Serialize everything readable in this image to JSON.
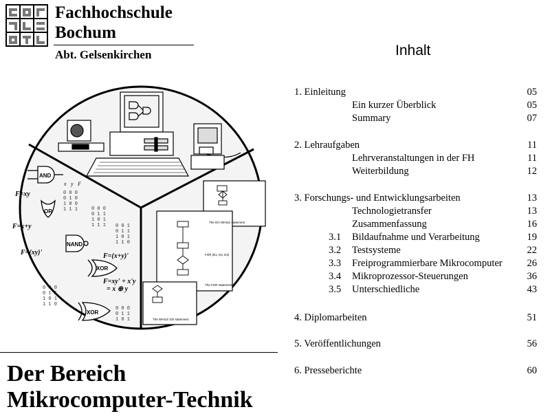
{
  "header": {
    "institution_line1": "Fachhochschule",
    "institution_line2": "Bochum",
    "department": "Abt. Gelsenkirchen"
  },
  "cover": {
    "title_line1": "Der Bereich",
    "title_line2": "Mikrocomputer-Technik",
    "illustration": {
      "gate_labels": [
        "AND",
        "OR",
        "NAND",
        "XOR",
        "XOR"
      ],
      "formulas": [
        "F=xy",
        "F=x+y",
        "F=(xy)'",
        "F=(x+y)'",
        "F=xy' + x'y",
        "= x ⊕ y"
      ],
      "truth_table_headers": [
        "x",
        "y",
        "F"
      ],
      "flowchart_captions": [
        "The DO WHILE statement",
        "The FOR statement",
        "The WHILE DO statement"
      ],
      "for_statement_text": "FOR (E1, E2, E3)"
    }
  },
  "toc": {
    "heading": "Inhalt",
    "entries": [
      {
        "label": "1. Einleitung",
        "page": "05"
      },
      {
        "label": "Ein kurzer Überblick",
        "page": "05"
      },
      {
        "label": "Summary",
        "page": "07"
      },
      {
        "label": "2. Lehraufgaben",
        "page": "11"
      },
      {
        "label": "Lehrveranstaltungen in der FH",
        "page": "11"
      },
      {
        "label": "Weiterbildung",
        "page": "12"
      },
      {
        "label": "3. Forschungs- und Entwicklungsarbeiten",
        "page": "13"
      },
      {
        "label": "Technologietransfer",
        "page": "13"
      },
      {
        "label": "Zusammenfassung",
        "page": "16"
      },
      {
        "num": "3.1",
        "label": "Bildaufnahme und Verarbeitung",
        "page": "19"
      },
      {
        "num": "3.2",
        "label": "Testsysteme",
        "page": "22"
      },
      {
        "num": "3.3",
        "label": "Freiprogrammierbare Mikrocomputer",
        "page": "26"
      },
      {
        "num": "3.4",
        "label": "Mikroprozessor-Steuerungen",
        "page": "36"
      },
      {
        "num": "3.5",
        "label": "Unterschiedliche",
        "page": "43"
      },
      {
        "label": "4. Diplomarbeiten",
        "page": "51"
      },
      {
        "label": "5. Veröffentlichungen",
        "page": "56"
      },
      {
        "label": "6. Presseberichte",
        "page": "60"
      }
    ]
  }
}
